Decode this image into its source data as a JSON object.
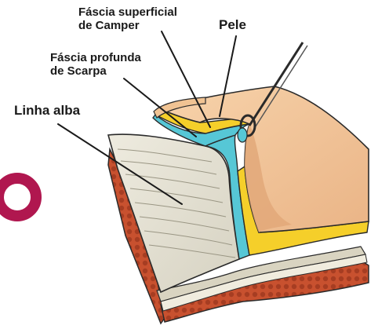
{
  "labels": {
    "camper_line1": "Fáscia superficial",
    "camper_line2": "de Camper",
    "pele": "Pele",
    "scarpa_line1": "Fáscia profunda",
    "scarpa_line2": "de Scarpa",
    "linha_alba": "Linha alba"
  },
  "colors": {
    "skin": "#f3c79b",
    "skin_shadow": "#e2a879",
    "camper_fat": "#f5cf2a",
    "scarpa_fascia": "#56c7d6",
    "linea_alba": "#e9e6d8",
    "muscle": "#c8512f",
    "brand_ring": "#b0174f",
    "outline": "#2a2a2a"
  },
  "decoration": {
    "ring_icon": "letter-o-ring"
  }
}
